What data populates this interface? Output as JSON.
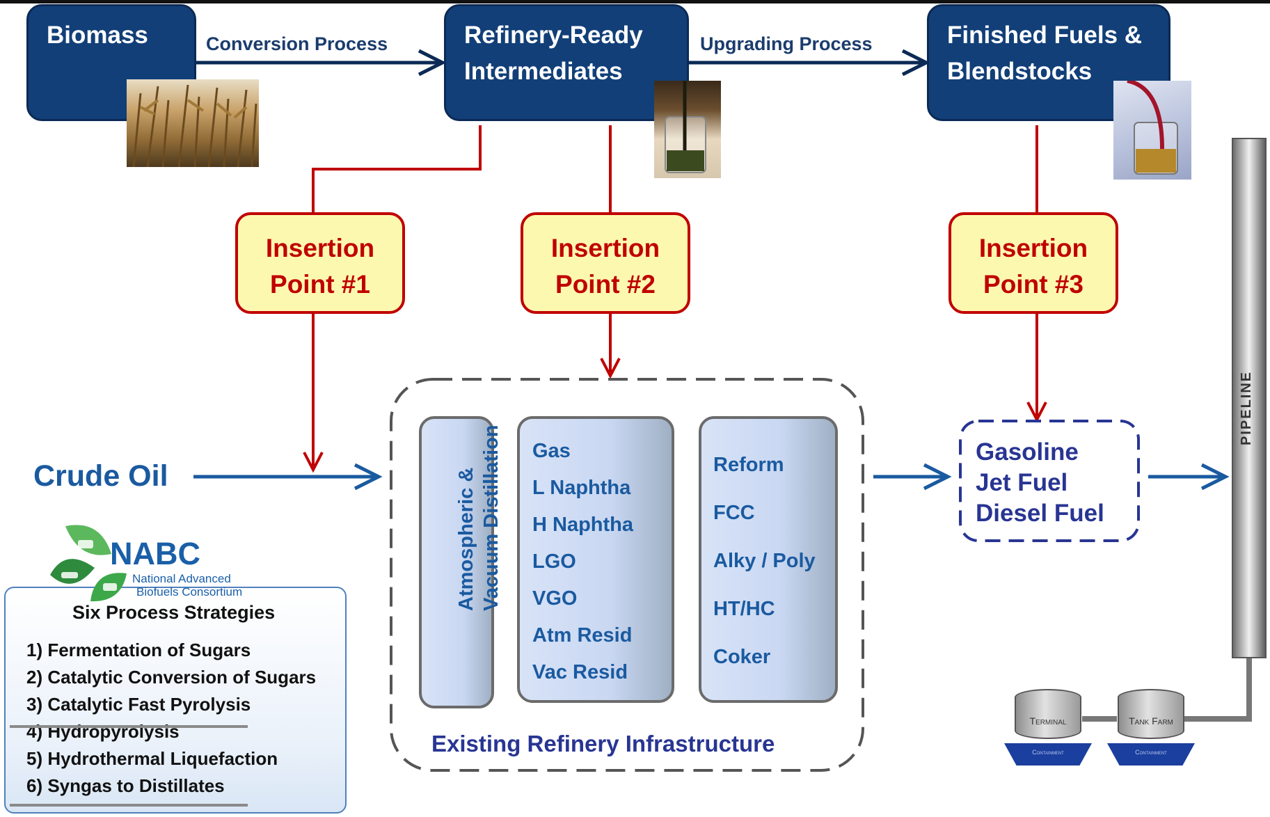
{
  "flow": {
    "biomass": "Biomass",
    "conversion_process": "Conversion Process",
    "intermediates_line1": "Refinery-Ready",
    "intermediates_line2": "Intermediates",
    "upgrading_process": "Upgrading Process",
    "finished_line1": "Finished Fuels &",
    "finished_line2": "Blendstocks"
  },
  "insertion_points": [
    {
      "line1": "Insertion",
      "line2": "Point #1"
    },
    {
      "line1": "Insertion",
      "line2": "Point #2"
    },
    {
      "line1": "Insertion",
      "line2": "Point #3"
    }
  ],
  "crude_oil": "Crude Oil",
  "refinery": {
    "distillation_line1": "Atmospheric &",
    "distillation_line2": "Vacuum Distillation",
    "cuts": [
      "Gas",
      "L Naphtha",
      "H Naphtha",
      "LGO",
      "VGO",
      "Atm Resid",
      "Vac Resid"
    ],
    "units": [
      "Reform",
      "FCC",
      "Alky / Poly",
      "HT/HC",
      "Coker"
    ],
    "caption": "Existing Refinery Infrastructure"
  },
  "fuels": [
    "Gasoline",
    "Jet Fuel",
    "Diesel Fuel"
  ],
  "pipeline": {
    "label": "PIPELINE",
    "terminal": "Terminal",
    "tank_farm": "Tank Farm",
    "containment": "Containment"
  },
  "nabc": {
    "logo": "NABC",
    "name_line1": "National Advanced",
    "name_line2": "Biofuels Consortium",
    "strategies_title": "Six Process Strategies",
    "strategies": [
      "1) Fermentation of Sugars",
      "2) Catalytic Conversion of Sugars",
      "3) Catalytic Fast Pyrolysis",
      "4) Hydropyrolysis",
      "5) Hydrothermal Liquefaction",
      "6) Syngas to Distillates"
    ]
  },
  "colors": {
    "navy": "#123f78",
    "insertion_red": "#c00000",
    "insertion_fill": "#fdf8b0",
    "flow_blue": "#1a5aa0",
    "fuel_border": "#283593"
  }
}
